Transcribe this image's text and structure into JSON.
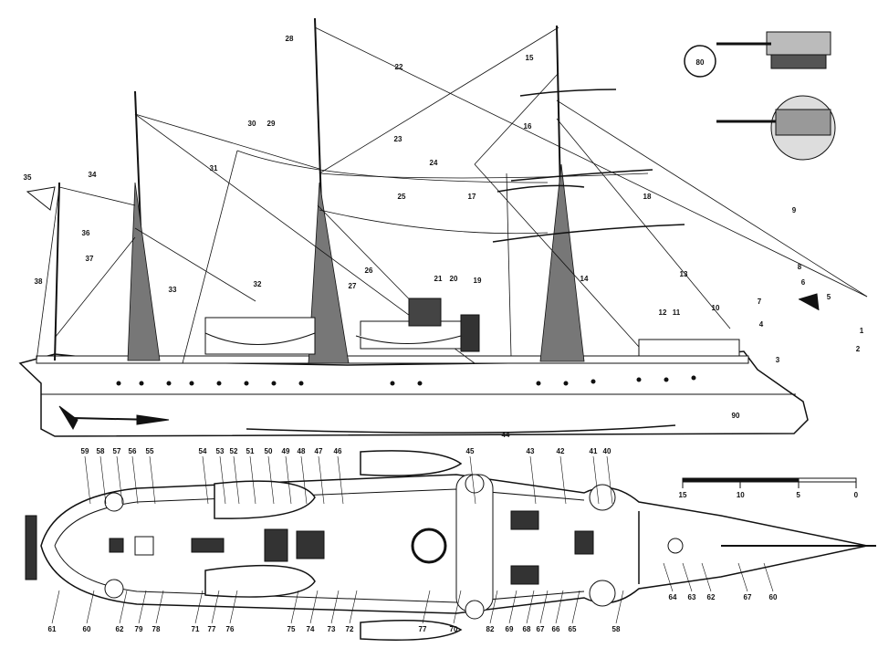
{
  "drawing": {
    "detail_badge": "80",
    "side_view_labels": [
      "1",
      "2",
      "3",
      "4",
      "5",
      "6",
      "7",
      "8",
      "9",
      "10",
      "11",
      "12",
      "13",
      "14",
      "15",
      "16",
      "17",
      "18",
      "19",
      "20",
      "21",
      "22",
      "23",
      "24",
      "25",
      "26",
      "27",
      "28",
      "29",
      "30",
      "31",
      "32",
      "33",
      "34",
      "35",
      "36",
      "37",
      "38",
      "90",
      "44"
    ],
    "top_view_upper_labels": [
      "59",
      "58",
      "57",
      "56",
      "55",
      "54",
      "53",
      "52",
      "51",
      "50",
      "49",
      "48",
      "47",
      "46",
      "45",
      "43",
      "42",
      "41",
      "40"
    ],
    "top_view_lower_labels": [
      "61",
      "60",
      "62",
      "79",
      "78",
      "71",
      "77",
      "76",
      "75",
      "74",
      "73",
      "72",
      "77",
      "70",
      "82",
      "69",
      "68",
      "67",
      "66",
      "65",
      "58"
    ],
    "bow_labels": [
      "64",
      "63",
      "62",
      "67",
      "60"
    ],
    "scale_bar": {
      "ticks": [
        "15",
        "10",
        "5",
        "0"
      ]
    }
  }
}
